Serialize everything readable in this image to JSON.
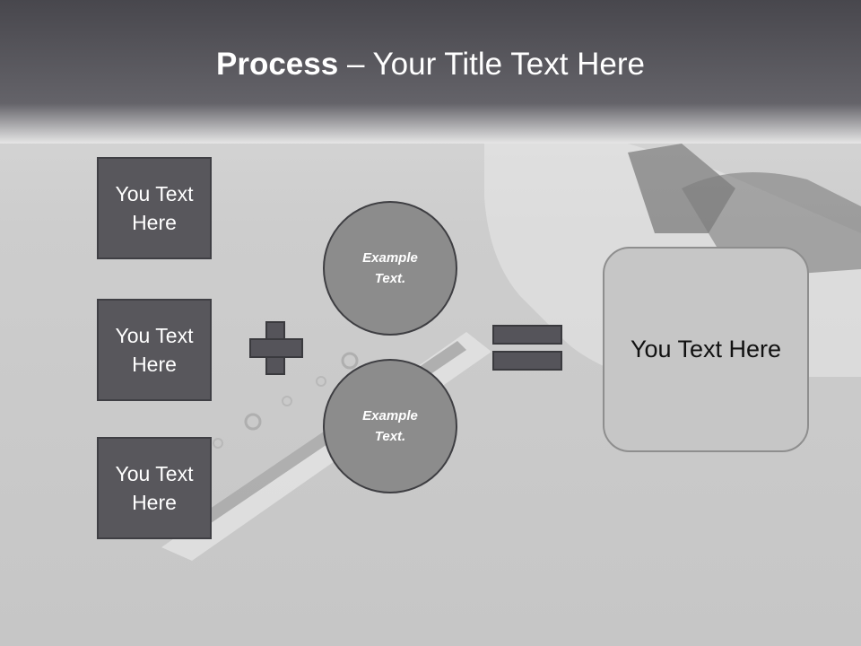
{
  "title": {
    "bold": "Process",
    "rest": " – Your Title Text Here"
  },
  "left_boxes": [
    {
      "line1": "You Text",
      "line2": "Here"
    },
    {
      "line1": "You Text",
      "line2": "Here"
    },
    {
      "line1": "You Text",
      "line2": "Here"
    }
  ],
  "circles": [
    {
      "line1": "Example",
      "line2": "Text."
    },
    {
      "line1": "Example",
      "line2": "Text."
    }
  ],
  "result": {
    "text": "You Text Here"
  },
  "operators": {
    "plus": "plus-icon",
    "equals": "equals-icon"
  },
  "colors": {
    "box": "#58575c",
    "circle": "#8c8c8c",
    "result": "#c6c6c6",
    "header": "#56555b"
  }
}
